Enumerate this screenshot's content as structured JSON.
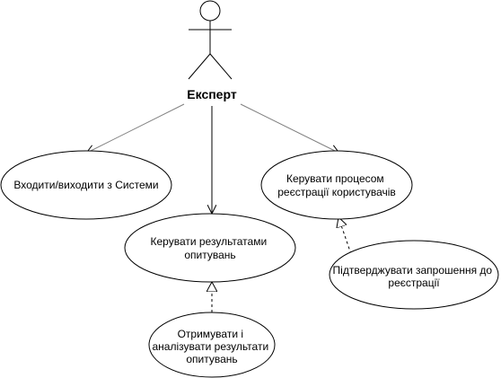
{
  "actor": {
    "name": "Експерт"
  },
  "use_cases": {
    "login": {
      "lines": [
        "Входити/виходити з Системи"
      ]
    },
    "manage_registration": {
      "lines": [
        "Керувати процесом",
        "реєстрації користувачів"
      ]
    },
    "manage_results": {
      "lines": [
        "Керувати результатами",
        "опитувань"
      ]
    },
    "receive_analyze": {
      "lines": [
        "Отримувати і",
        "аналізувати результати",
        "опитувань"
      ]
    },
    "confirm_invitation": {
      "lines": [
        "Підтверджувати запрошення до",
        "реєстрації"
      ]
    }
  },
  "colors": {
    "stroke": "#000000",
    "association": "#808080",
    "background": "#ffffff"
  }
}
